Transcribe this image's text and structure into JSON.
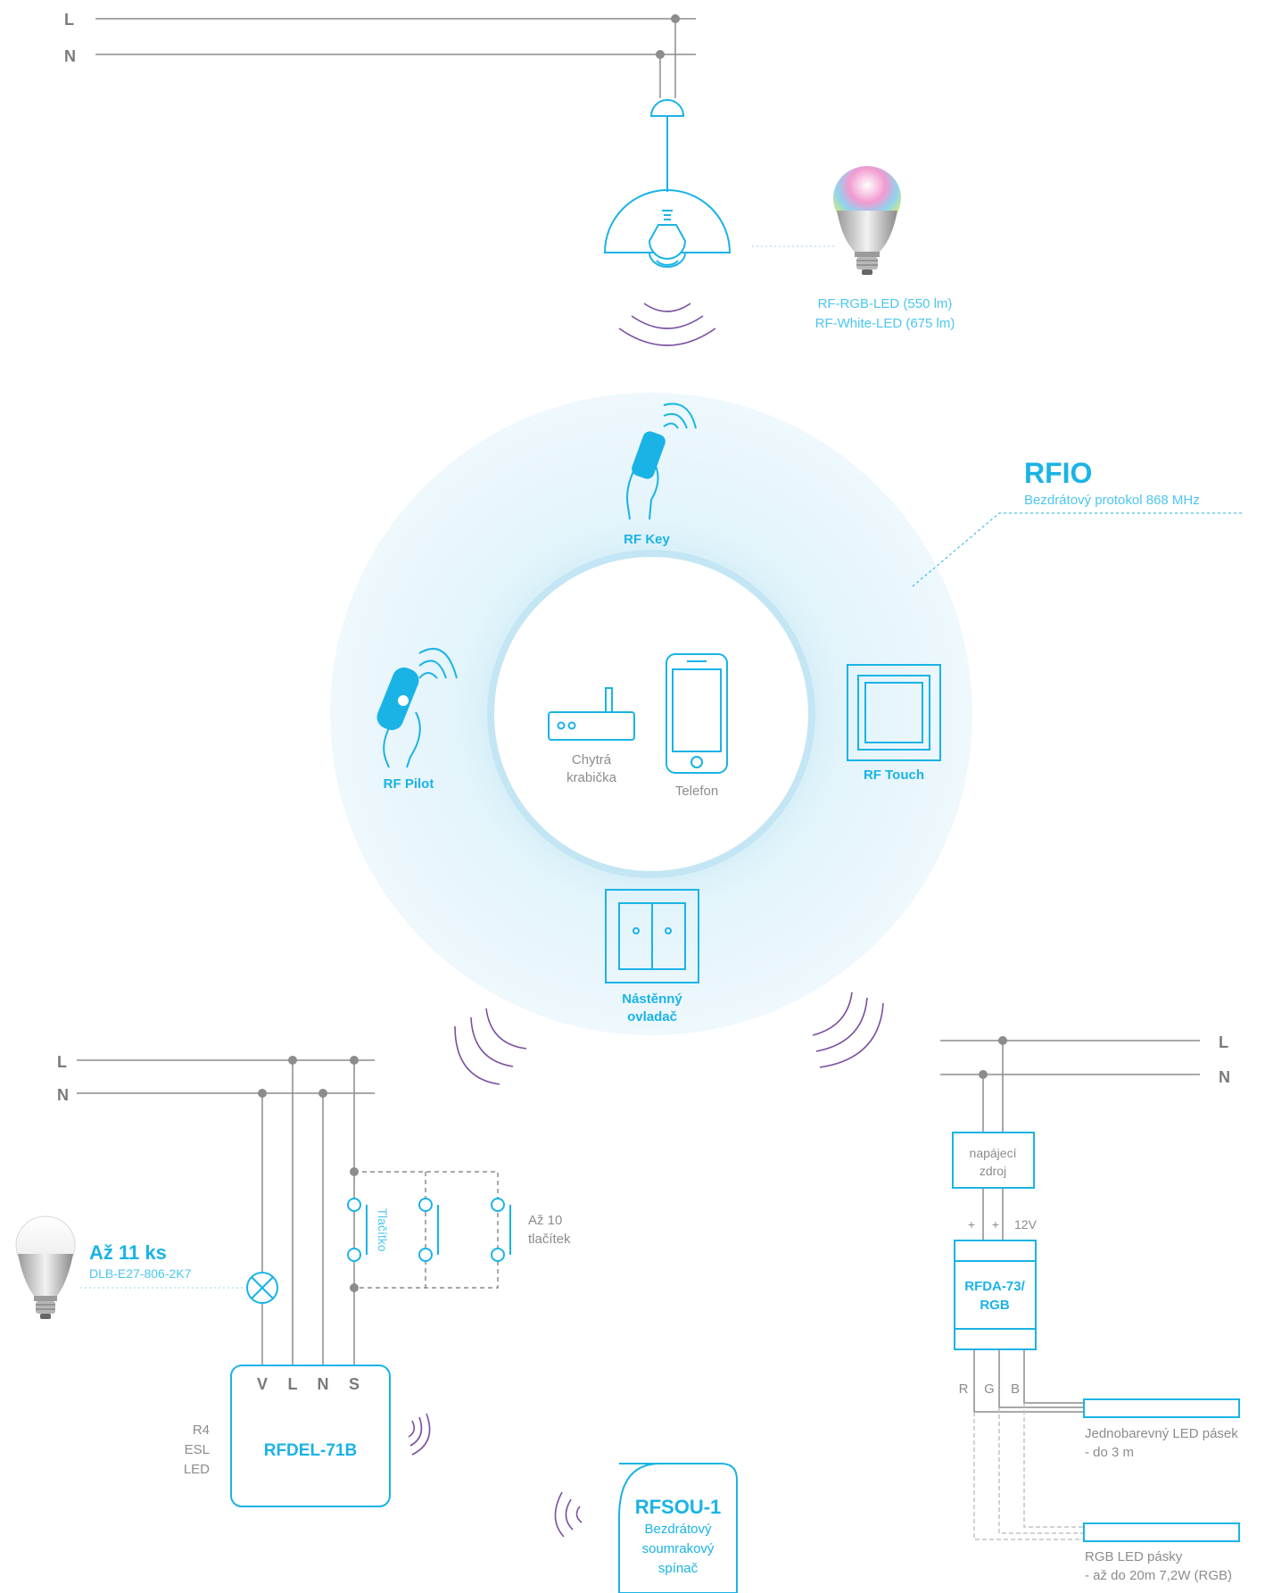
{
  "top_circuit": {
    "line_l": "L",
    "line_n": "N"
  },
  "bulb_product": {
    "line1": "RF-RGB-LED (550 lm)",
    "line2": "RF-White-LED (675 lm)"
  },
  "rfio": {
    "title": "RFIO",
    "subtitle": "Bezdrátový protokol 868 MHz"
  },
  "controllers": {
    "rf_key": "RF Key",
    "rf_pilot": "RF Pilot",
    "rf_touch": "RF Touch",
    "wall_ctrl_line1": "Nástěnný",
    "wall_ctrl_line2": "ovladač"
  },
  "center": {
    "smartbox_line1": "Chytrá",
    "smartbox_line2": "krabička",
    "phone": "Telefon"
  },
  "left_circuit": {
    "line_l": "L",
    "line_n": "N",
    "count": "Až 11 ks",
    "bulb_model": "DLB-E27-806-2K7",
    "button_label": "Tlačítko",
    "buttons_max_line1": "Až 10",
    "buttons_max_line2": "tlačítek",
    "terminals": [
      "V",
      "L",
      "N",
      "S"
    ],
    "device": "RFDEL-71B",
    "load_types": [
      "R4",
      "ESL",
      "LED"
    ]
  },
  "sensor": {
    "name": "RFSOU-1",
    "line1": "Bezdrátový",
    "line2": "soumrakový",
    "line3": "spínač"
  },
  "right_circuit": {
    "line_l": "L",
    "line_n": "N",
    "psu_line1": "napájecí",
    "psu_line2": "zdroj",
    "plus1": "+",
    "plus2": "+",
    "voltage": "12V",
    "device_line1": "RFDA-73/",
    "device_line2": "RGB",
    "channels": [
      "R",
      "G",
      "B"
    ],
    "strip1_line1": "Jednobarevný LED pásek",
    "strip1_line2": "- do 3 m",
    "strip2_line1": "RGB LED pásky",
    "strip2_line2": "- až do 20m 7,2W (RGB)"
  },
  "colors": {
    "accent": "#1ab3e6",
    "wire": "#8c8c8c",
    "wave": "#7b4fa0"
  }
}
